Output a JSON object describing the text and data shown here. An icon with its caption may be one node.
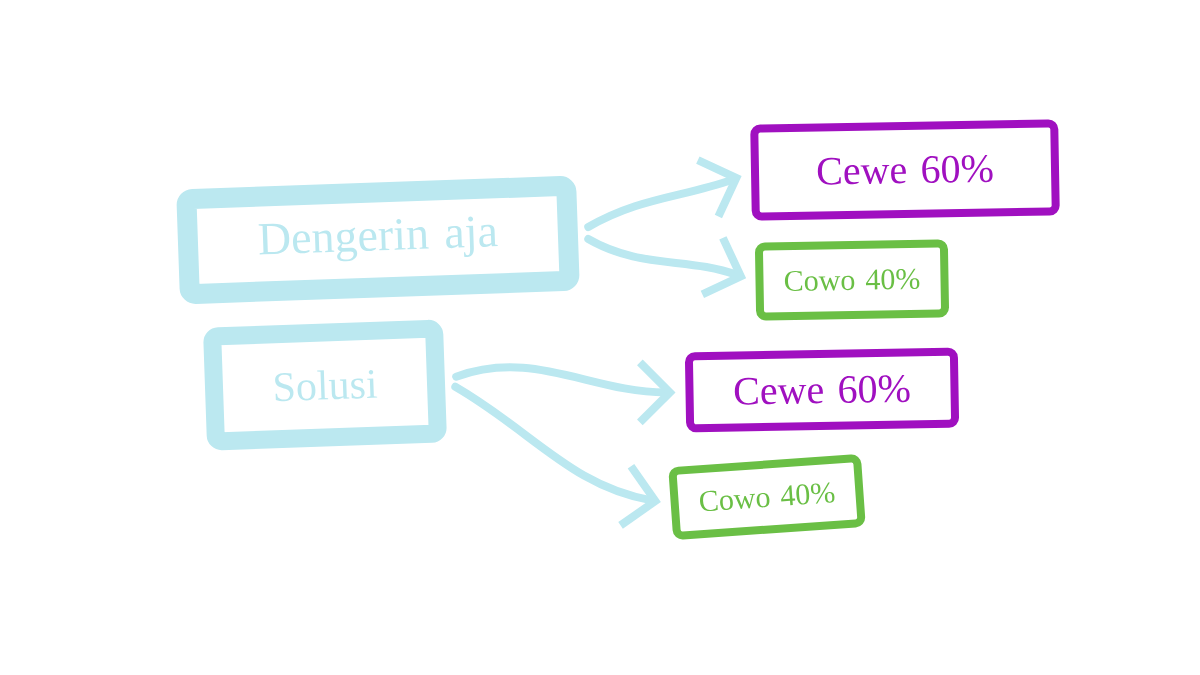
{
  "diagram": {
    "nodes": [
      {
        "text": [
          "Dengerin aja"
        ]
      },
      {
        "text": [
          "Cewe 60%"
        ]
      },
      {
        "text": [
          "Cowo 40%"
        ]
      },
      {
        "text": [
          "Solusi"
        ]
      },
      {
        "text": [
          "Cewe 60%"
        ]
      },
      {
        "text": [
          "Cowo 40%"
        ]
      }
    ],
    "edges": [
      {
        "from": 0,
        "to": 1,
        "arrow": "to"
      },
      {
        "from": 0,
        "to": 2,
        "arrow": "to"
      },
      {
        "from": 3,
        "to": 4,
        "arrow": "to"
      },
      {
        "from": 3,
        "to": 5,
        "arrow": "to"
      }
    ]
  }
}
